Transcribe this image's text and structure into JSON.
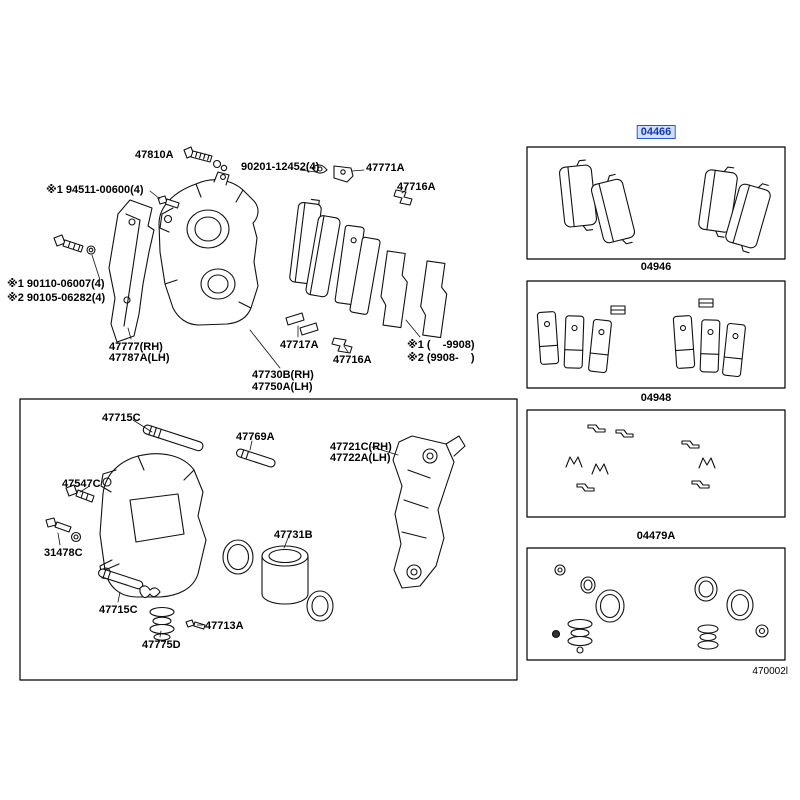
{
  "figure_code": "470002l",
  "colors": {
    "background": "#ffffff",
    "line": "#111111",
    "highlight_text": "#1536c4",
    "highlight_bg": "#cfe0f7",
    "highlight_border": "#2a53d6"
  },
  "kits": [
    {
      "code": "04466",
      "highlighted": true
    },
    {
      "code": "04946",
      "highlighted": false
    },
    {
      "code": "04948",
      "highlighted": false
    },
    {
      "code": "04479A",
      "highlighted": false
    }
  ],
  "callouts": [
    {
      "text": "47810A"
    },
    {
      "text": "90201-12452(4)"
    },
    {
      "text": "47771A"
    },
    {
      "text": "47716A"
    },
    {
      "text": "※1 94511-00600(4)"
    },
    {
      "text": "※1 90110-06007(4)"
    },
    {
      "text": "※2 90105-06282(4)"
    },
    {
      "text": "47777(RH)"
    },
    {
      "text": "47787A(LH)"
    },
    {
      "text": "47717A"
    },
    {
      "text": "47716A"
    },
    {
      "text": "※1 (    -9908)"
    },
    {
      "text": "※2 (9908-    )"
    },
    {
      "text": "47730B(RH)"
    },
    {
      "text": "47750A(LH)"
    },
    {
      "text": "47715C"
    },
    {
      "text": "47769A"
    },
    {
      "text": "47721C(RH)"
    },
    {
      "text": "47722A(LH)"
    },
    {
      "text": "47547C"
    },
    {
      "text": "31478C"
    },
    {
      "text": "47731B"
    },
    {
      "text": "47715C"
    },
    {
      "text": "47713A"
    },
    {
      "text": "47775D"
    }
  ]
}
